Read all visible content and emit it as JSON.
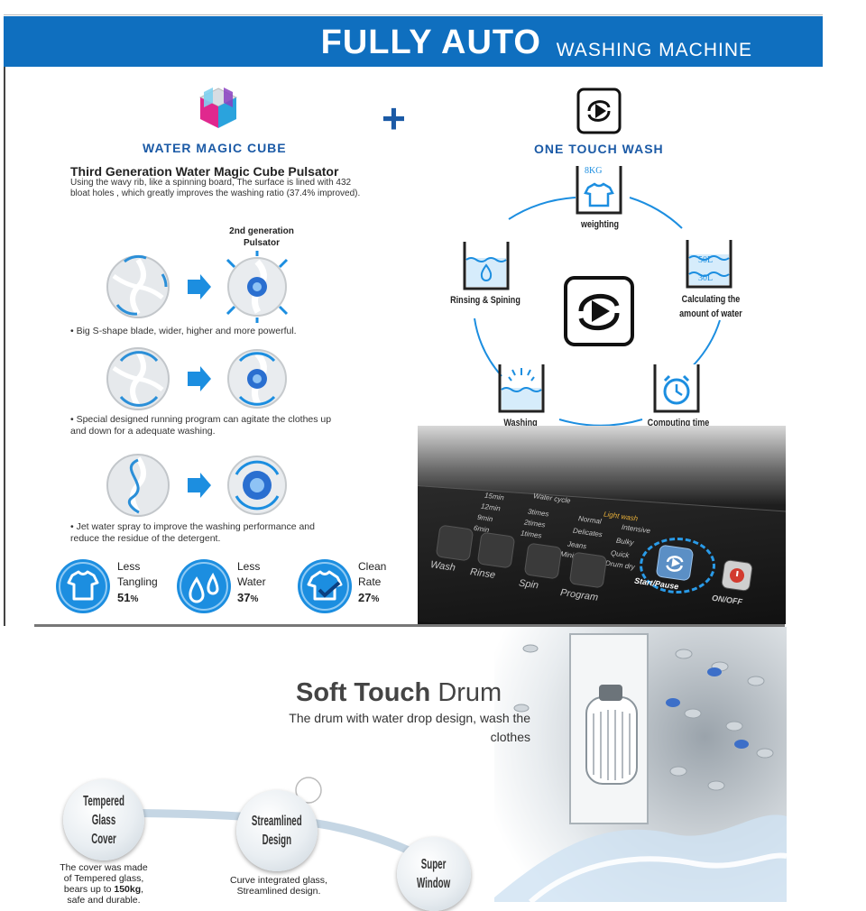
{
  "header": {
    "title_main": "FULLY AUTO",
    "title_sub": "WASHING MACHINE"
  },
  "brands": {
    "water_magic_cube": "WATER MAGIC CUBE",
    "plus_symbol": "+",
    "one_touch_wash": "ONE TOUCH WASH"
  },
  "pulsator": {
    "title": "Third Generation Water Magic Cube Pulsator",
    "description": "Using the wavy rib, like a spinning board, The surface is lined with 432 bloat holes , which greatly improves the washing ratio (37.4% improved).",
    "gen_label_1": "2nd generation",
    "gen_label_2": "Pulsator",
    "bullet_1": "• Big S-shape blade, wider, higher and more powerful.",
    "bullet_2": "• Special designed running program can agitate the clothes up and down for a adequate washing.",
    "bullet_3": "• Jet water spray to improve the washing performance and reduce the residue of the detergent."
  },
  "stats": [
    {
      "line1": "Less",
      "line2": "Tangling",
      "value": "51",
      "unit": "%"
    },
    {
      "line1": "Less",
      "line2": "Water",
      "value": "37",
      "unit": "%"
    },
    {
      "line1": "Clean",
      "line2": "Rate",
      "value": "27",
      "unit": "%"
    }
  ],
  "cycle": {
    "weight_text": "8KG",
    "weighting": "weighting",
    "water_50": "50L",
    "water_30": "30L",
    "calc_1": "Calculating the",
    "calc_2": "amount of water",
    "computing": "Computing time",
    "washing": "Washing",
    "rinsing": "Rinsing & Spining"
  },
  "panel": {
    "wash": "Wash",
    "rinse": "Rinse",
    "spin": "Spin",
    "program": "Program",
    "start_pause": "Start/Pause",
    "on_off": "ON/OFF",
    "water_cycle": "Water cycle",
    "light_wash": "Light wash",
    "programs": [
      "Normal",
      "Intensive",
      "Delicates",
      "Bulky",
      "Jeans",
      "Quick",
      "Mini wash",
      "Drum dry"
    ],
    "levels": [
      "15min",
      "12min",
      "9min",
      "6min",
      "3times",
      "2times",
      "1times"
    ]
  },
  "soft_touch": {
    "title_bold": "Soft Touch",
    "title_light": " Drum",
    "description": "The drum with water drop design, wash the clothes"
  },
  "features": {
    "tempered_1": "Tempered",
    "tempered_2": "Glass Cover",
    "tempered_desc_1": "The cover was made",
    "tempered_desc_2": "of Tempered glass,",
    "tempered_desc_3a": "bears up to ",
    "tempered_desc_3b": "150kg",
    "tempered_desc_3c": ",",
    "tempered_desc_4": "safe and durable.",
    "streamlined_1": "Streamlined",
    "streamlined_2": "Design",
    "streamlined_desc_1": "Curve integrated glass,",
    "streamlined_desc_2": "Streamlined design.",
    "super_1": "Super",
    "super_2": "Window"
  },
  "colors": {
    "brand_blue": "#0f6fbf",
    "icon_blue": "#1c8ee0",
    "text_dark": "#222222"
  }
}
